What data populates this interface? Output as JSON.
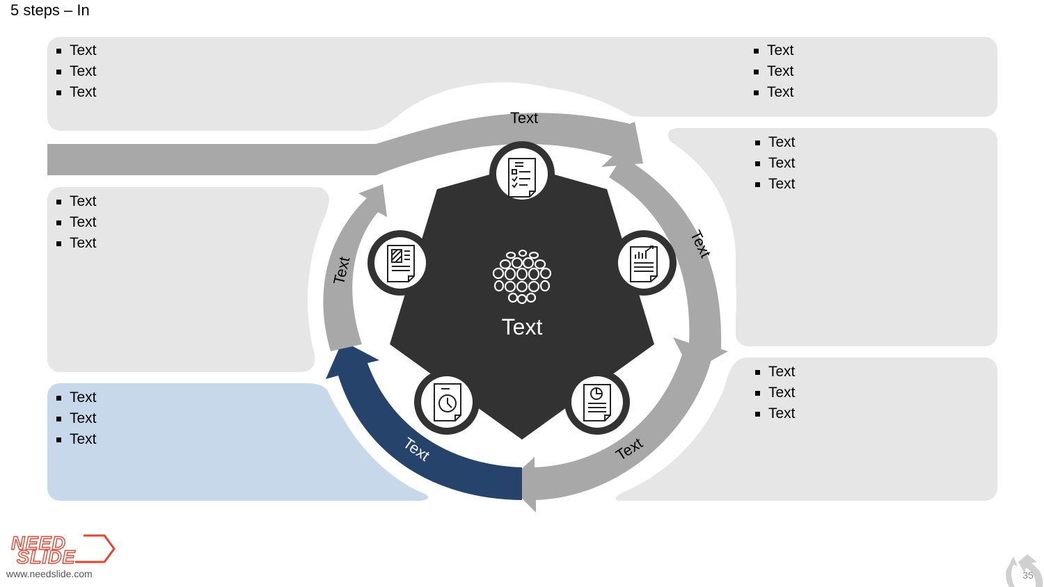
{
  "slide": {
    "title": "5 steps – In",
    "center_label": "Text",
    "website": "www.needslide.com",
    "page_number": "35",
    "logo": {
      "line1": "NEED",
      "line2": "SLIDE"
    }
  },
  "panels": {
    "top_left": [
      "Text",
      "Text",
      "Text"
    ],
    "top_right": [
      "Text",
      "Text",
      "Text"
    ],
    "right_middle": [
      "Text",
      "Text",
      "Text"
    ],
    "right_bottom": [
      "Text",
      "Text",
      "Text"
    ],
    "left_middle": [
      "Text",
      "Text",
      "Text"
    ],
    "left_bottom": [
      "Text",
      "Text",
      "Text"
    ]
  },
  "arrows": {
    "top": "Text",
    "right": "Text",
    "bottom_right": "Text",
    "bottom_left": "Text",
    "left": "Text"
  },
  "icons": [
    "checklist-document-icon",
    "chart-report-icon",
    "pie-chart-report-icon",
    "clock-document-icon",
    "hatched-document-icon",
    "globe-icon",
    "recycle-icon"
  ],
  "colors": {
    "panel_gray": "#E6E6E6",
    "panel_blue": "#C8D8EB",
    "arrow_gray": "#A8A8A8",
    "arrow_highlight": "#25436B",
    "center_dark": "#323232",
    "logo_red": "#E8452E"
  }
}
